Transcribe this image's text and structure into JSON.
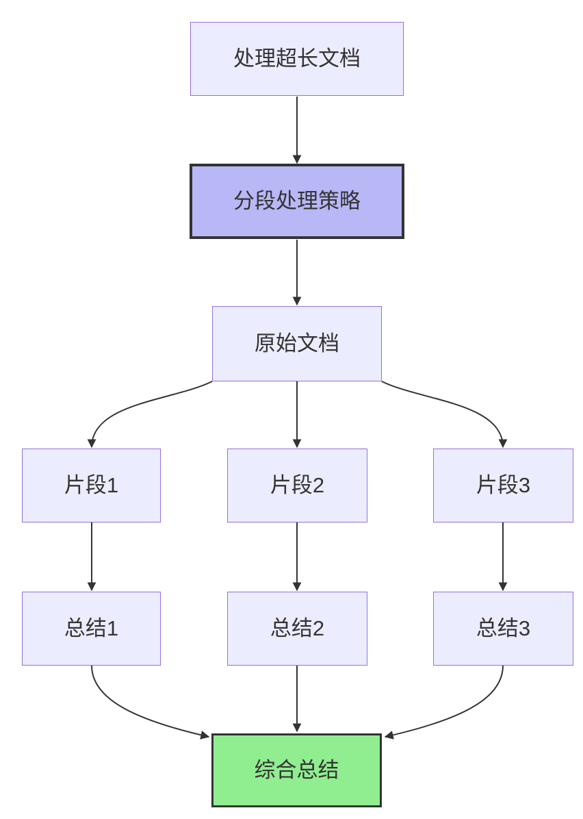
{
  "diagram": {
    "type": "flowchart",
    "direction": "top-down",
    "nodes": [
      {
        "id": "start",
        "label": "处理超长文档",
        "kind": "default"
      },
      {
        "id": "strategy",
        "label": "分段处理策略",
        "kind": "highlight"
      },
      {
        "id": "source",
        "label": "原始文档",
        "kind": "default"
      },
      {
        "id": "chunk1",
        "label": "片段1",
        "kind": "default"
      },
      {
        "id": "chunk2",
        "label": "片段2",
        "kind": "default"
      },
      {
        "id": "chunk3",
        "label": "片段3",
        "kind": "default"
      },
      {
        "id": "summary1",
        "label": "总结1",
        "kind": "default"
      },
      {
        "id": "summary2",
        "label": "总结2",
        "kind": "default"
      },
      {
        "id": "summary3",
        "label": "总结3",
        "kind": "default"
      },
      {
        "id": "final",
        "label": "综合总结",
        "kind": "success"
      }
    ],
    "edges": [
      {
        "from": "处理超长文档",
        "to": "分段处理策略"
      },
      {
        "from": "分段处理策略",
        "to": "原始文档"
      },
      {
        "from": "原始文档",
        "to": "片段1"
      },
      {
        "from": "原始文档",
        "to": "片段2"
      },
      {
        "from": "原始文档",
        "to": "片段3"
      },
      {
        "from": "片段1",
        "to": "总结1"
      },
      {
        "from": "片段2",
        "to": "总结2"
      },
      {
        "from": "片段3",
        "to": "总结3"
      },
      {
        "from": "总结1",
        "to": "综合总结"
      },
      {
        "from": "总结2",
        "to": "综合总结"
      },
      {
        "from": "总结3",
        "to": "综合总结"
      }
    ],
    "colors": {
      "background": "#FFFFFF",
      "node_fill": "#ECECFF",
      "node_border": "#9370DB",
      "highlight_fill": "#B8B8F7",
      "highlight_border": "#333333",
      "success_fill": "#90EE90",
      "success_border": "#333333",
      "edge": "#333333",
      "text": "#333333"
    }
  }
}
